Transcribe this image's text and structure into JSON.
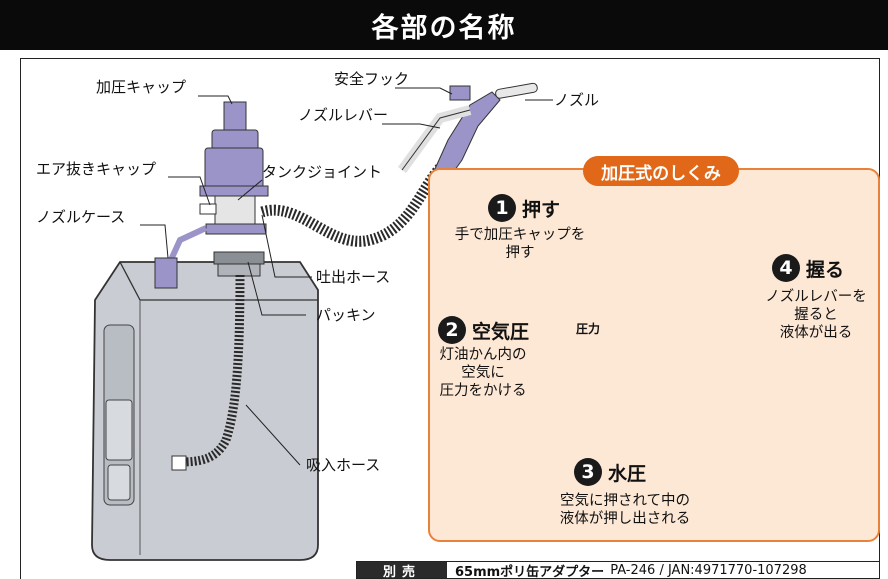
{
  "header": {
    "title": "各部の名称"
  },
  "parts": {
    "pressure_cap": "加圧キャップ",
    "safety_hook": "安全フック",
    "nozzle_lever": "ノズルレバー",
    "nozzle": "ノズル",
    "air_release_cap": "エア抜きキャップ",
    "tank_joint": "タンクジョイント",
    "nozzle_case": "ノズルケース",
    "discharge_hose": "吐出ホース",
    "packing": "パッキン",
    "suction_hose": "吸入ホース"
  },
  "mechanism": {
    "title": "加圧式のしくみ",
    "steps": [
      {
        "num": "1",
        "title": "押す",
        "text": "手で加圧キャップを\n押す"
      },
      {
        "num": "2",
        "title": "空気圧",
        "text": "灯油かん内の\n空気に\n圧力をかける"
      },
      {
        "num": "3",
        "title": "水圧",
        "text": "空気に押されて中の\n液体が押し出される"
      },
      {
        "num": "4",
        "title": "握る",
        "text": "ノズルレバーを\n握ると\n液体が出る"
      }
    ],
    "pressure_label": "圧力"
  },
  "sold_separately": {
    "label": "別売",
    "product": "65mmポリ缶アダプター",
    "code": "PA-246 / JAN:4971770-107298"
  },
  "colors": {
    "pump": "#9b94c9",
    "orange": "#e8782a",
    "panel_bg": "#fde8d6",
    "tank": "#c9cdd3"
  }
}
